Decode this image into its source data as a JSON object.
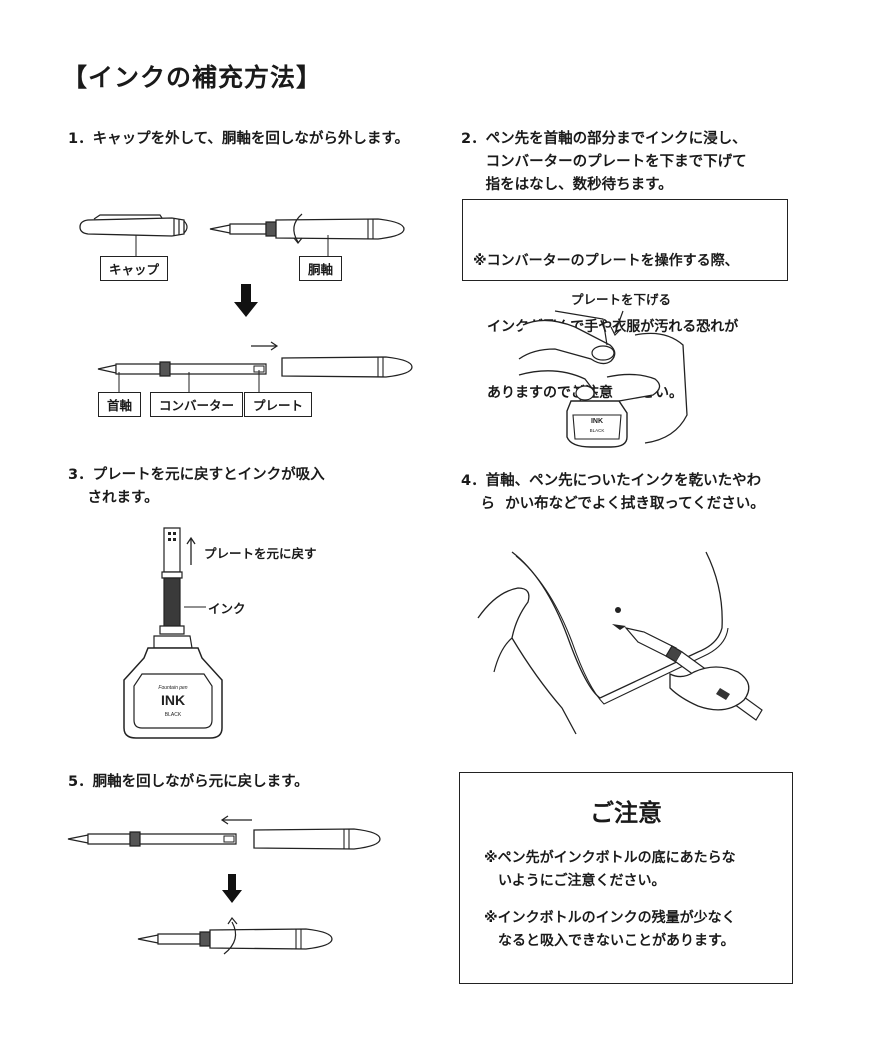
{
  "title": "【インクの補充方法】",
  "steps": {
    "s1": "1．キャップを外して、胴軸を回しながら外します。",
    "s2_l1": "2．ペン先を首軸の部分までインクに浸し、",
    "s2_l2": "　  コンバーターのプレートを下まで下げて",
    "s2_l3": "　  指をはなし、数秒待ちます。",
    "s3_l1": "3．プレートを元に戻すとインクが吸入",
    "s3_l2": "　 されます。",
    "s4_l1": "4．首軸、ペン先についたインクを乾いたやわ",
    "s4_l2": "　 ら  かい布などでよく拭き取ってください。",
    "s5": "5．胴軸を回しながら元に戻します。"
  },
  "warning": {
    "l1": "※コンバーターのプレートを操作する際、",
    "l2": "　インクが飛んで手や衣服が汚れる恐れが",
    "l3": "　ありますのでご注意ください。"
  },
  "labels": {
    "cap": "キャップ",
    "barrel": "胴軸",
    "grip": "首軸",
    "converter": "コンバーター",
    "plate": "プレート",
    "plate_down": "プレートを下げる",
    "plate_back": "プレートを元に戻す",
    "ink": "インク"
  },
  "bottle": {
    "brand": "Fountain pen",
    "name": "INK",
    "color": "BLACK"
  },
  "notice": {
    "title": "ご注意",
    "n1_l1": "※ペン先がインクボトルの底にあたらな",
    "n1_l2": "　いようにご注意ください。",
    "n2_l1": "※インクボトルのインクの残量が少なく",
    "n2_l2": "　なると吸入できないことがあります。"
  }
}
